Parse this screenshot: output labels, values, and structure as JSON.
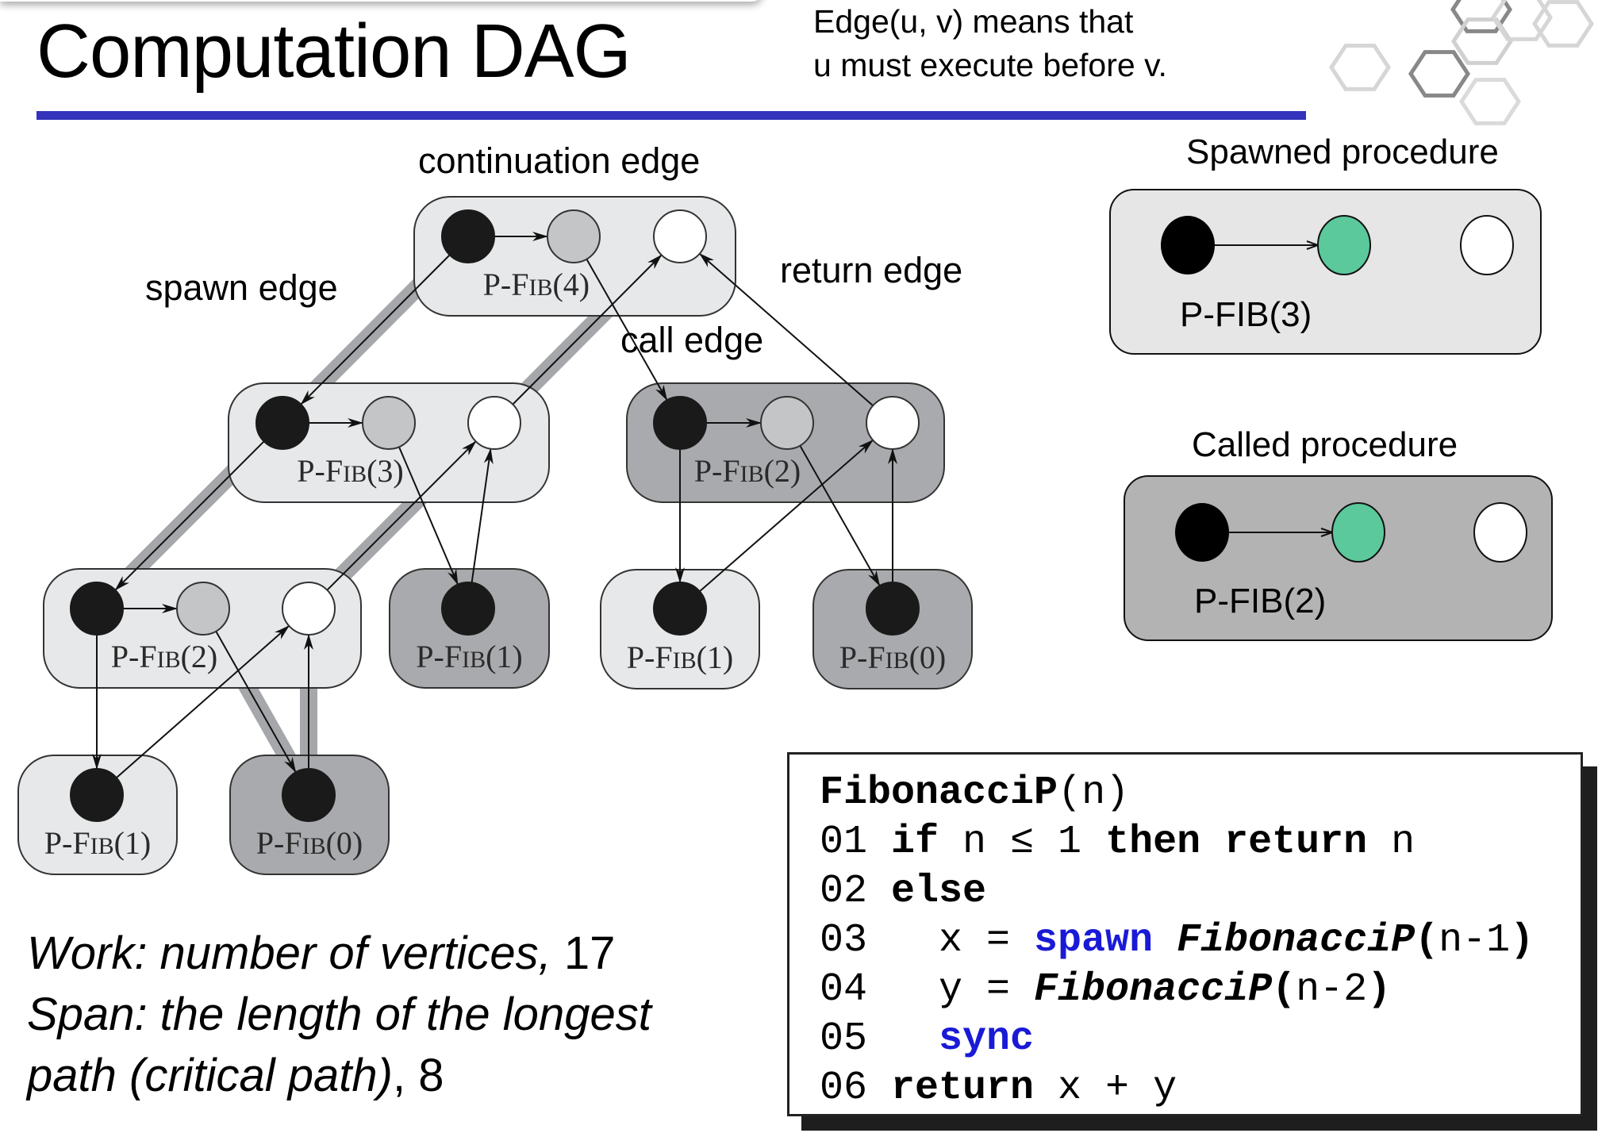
{
  "slide": {
    "title": "Computation DAG",
    "note_lines": [
      "Edge(u, v) means that",
      "u must execute before v."
    ],
    "accent_color": "#3333bb"
  },
  "dag": {
    "edge_labels": {
      "continuation": "continuation edge",
      "spawn": "spawn edge",
      "return": "return edge",
      "call": "call edge"
    },
    "colors": {
      "spawned_box": "#e7e8e9",
      "called_box": "#a9aaad",
      "strand_black": "#1a1a1a",
      "strand_gray": "#c4c5c7",
      "strand_white": "#ffffff",
      "critical_path": "#a6a7aa"
    },
    "procedures": [
      {
        "id": "p4",
        "label": "P-Fib(4)",
        "kind": "spawned",
        "strands": 3
      },
      {
        "id": "p3",
        "label": "P-Fib(3)",
        "kind": "spawned",
        "strands": 3
      },
      {
        "id": "p2r",
        "label": "P-Fib(2)",
        "kind": "called",
        "strands": 3
      },
      {
        "id": "p2l",
        "label": "P-Fib(2)",
        "kind": "spawned",
        "strands": 3
      },
      {
        "id": "p1m",
        "label": "P-Fib(1)",
        "kind": "called",
        "strands": 1
      },
      {
        "id": "p1r",
        "label": "P-Fib(1)",
        "kind": "spawned",
        "strands": 1
      },
      {
        "id": "p0r",
        "label": "P-Fib(0)",
        "kind": "called",
        "strands": 1
      },
      {
        "id": "p1b",
        "label": "P-Fib(1)",
        "kind": "spawned",
        "strands": 1
      },
      {
        "id": "p0b",
        "label": "P-Fib(0)",
        "kind": "called",
        "strands": 1
      }
    ],
    "edges": [
      {
        "from": "p4.0",
        "to": "p4.1",
        "type": "continuation",
        "critical": false
      },
      {
        "from": "p4.0",
        "to": "p3.0",
        "type": "spawn",
        "critical": true
      },
      {
        "from": "p4.1",
        "to": "p2r.0",
        "type": "call",
        "critical": false
      },
      {
        "from": "p3.2",
        "to": "p4.2",
        "type": "return",
        "critical": true
      },
      {
        "from": "p2r.2",
        "to": "p4.2",
        "type": "return",
        "critical": false
      },
      {
        "from": "p3.0",
        "to": "p3.1",
        "type": "continuation",
        "critical": false
      },
      {
        "from": "p3.0",
        "to": "p2l.0",
        "type": "spawn",
        "critical": true
      },
      {
        "from": "p3.1",
        "to": "p1m.0",
        "type": "call",
        "critical": false
      },
      {
        "from": "p2l.2",
        "to": "p3.2",
        "type": "return",
        "critical": true
      },
      {
        "from": "p1m.0",
        "to": "p3.2",
        "type": "return",
        "critical": false
      },
      {
        "from": "p2r.0",
        "to": "p2r.1",
        "type": "continuation",
        "critical": false
      },
      {
        "from": "p2r.0",
        "to": "p1r.0",
        "type": "spawn",
        "critical": false
      },
      {
        "from": "p2r.1",
        "to": "p0r.0",
        "type": "call",
        "critical": false
      },
      {
        "from": "p1r.0",
        "to": "p2r.2",
        "type": "return",
        "critical": false
      },
      {
        "from": "p0r.0",
        "to": "p2r.2",
        "type": "return",
        "critical": false
      },
      {
        "from": "p2l.0",
        "to": "p2l.1",
        "type": "continuation",
        "critical": true
      },
      {
        "from": "p2l.0",
        "to": "p1b.0",
        "type": "spawn",
        "critical": false
      },
      {
        "from": "p2l.1",
        "to": "p0b.0",
        "type": "call",
        "critical": true
      },
      {
        "from": "p1b.0",
        "to": "p2l.2",
        "type": "return",
        "critical": false
      },
      {
        "from": "p0b.0",
        "to": "p2l.2",
        "type": "return",
        "critical": true
      }
    ]
  },
  "legend": {
    "spawned": {
      "title": "Spawned procedure",
      "label": "P-FIB(3)",
      "fill": "#e6e6e6"
    },
    "called": {
      "title": "Called procedure",
      "label": "P-FIB(2)",
      "fill": "#b3b3b3"
    },
    "highlight_color": "#5bc99b"
  },
  "metrics": {
    "work_text": "Work: number of vertices, ",
    "work_value": "17",
    "span_text_1": "Span: the length of the longest",
    "span_text_2": "path (critical path)",
    "span_sep": ", ",
    "span_value": "8"
  },
  "code": {
    "lines": [
      [
        {
          "t": "FibonacciP",
          "s": "kw"
        },
        {
          "t": "(n)",
          "s": ""
        }
      ],
      [
        {
          "t": "01 ",
          "s": ""
        },
        {
          "t": "if",
          "s": "kw"
        },
        {
          "t": " n ≤ 1 ",
          "s": ""
        },
        {
          "t": "then return",
          "s": "kw"
        },
        {
          "t": " n",
          "s": ""
        }
      ],
      [
        {
          "t": "02 ",
          "s": ""
        },
        {
          "t": "else",
          "s": "kw"
        }
      ],
      [
        {
          "t": "03   x = ",
          "s": ""
        },
        {
          "t": "spawn",
          "s": "kw-blue"
        },
        {
          "t": " ",
          "s": ""
        },
        {
          "t": "FibonacciP",
          "s": "fn-it"
        },
        {
          "t": "(",
          "s": "bold-paren"
        },
        {
          "t": "n-1",
          "s": ""
        },
        {
          "t": ")",
          "s": "bold-paren"
        }
      ],
      [
        {
          "t": "04   y = ",
          "s": ""
        },
        {
          "t": "FibonacciP",
          "s": "fn-it"
        },
        {
          "t": "(",
          "s": "bold-paren"
        },
        {
          "t": "n-2",
          "s": ""
        },
        {
          "t": ")",
          "s": "bold-paren"
        }
      ],
      [
        {
          "t": "05   ",
          "s": ""
        },
        {
          "t": "sync",
          "s": "kw-blue"
        }
      ],
      [
        {
          "t": "06 ",
          "s": ""
        },
        {
          "t": "return",
          "s": "kw"
        },
        {
          "t": " x + y",
          "s": ""
        }
      ]
    ]
  }
}
